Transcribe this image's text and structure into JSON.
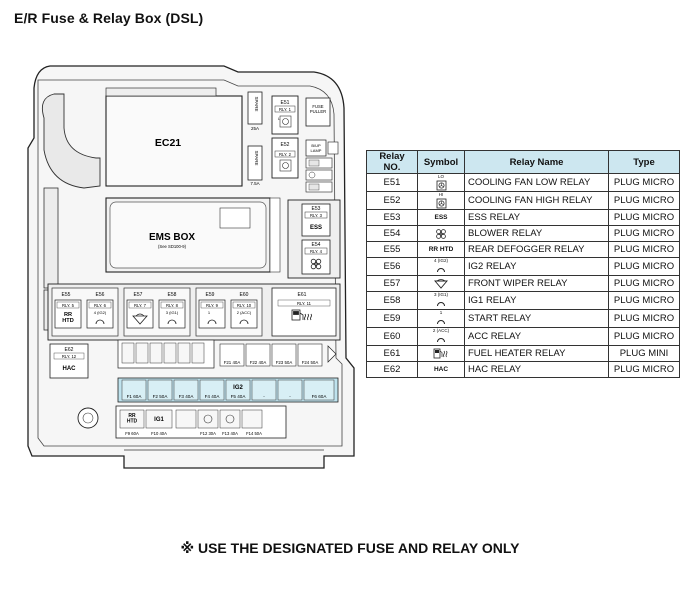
{
  "title": "E/R Fuse & Relay Box (DSL)",
  "footer_note": "※ USE THE DESIGNATED FUSE AND RELAY ONLY",
  "diagram": {
    "ec21": "EC21",
    "spare_25a": "SPARE",
    "spare_25a_value": "25A",
    "spare_7_5a": "SPARE",
    "spare_7_5a_value": "7.5A",
    "fuse_puller": "FUSE PULLER",
    "e51": "E51",
    "e51_relay": "RLY. 1",
    "e51_lo": "LO",
    "e52": "E52",
    "e52_relay": "RLY. 2",
    "b_up_lamp": "B/UP LAMP",
    "ems_box": "EMS BOX",
    "ems_box_sub": "(See SD100-9)",
    "e53": "E53",
    "e53_relay": "RLY. 3",
    "e53_label": "ESS",
    "e54": "E54",
    "e54_relay": "RLY. 4",
    "e55": "E55",
    "e55_relay": "RLY. 5",
    "e55_label": "RR HTD",
    "e56": "E56",
    "e56_relay": "RLY. 6",
    "e56_ig": "4 (IG2)",
    "e57": "E57",
    "e57_relay": "RLY. 7",
    "e58": "E58",
    "e58_relay": "RLY. 8",
    "e58_ig": "3 (IG1)",
    "e59": "E59",
    "e59_relay": "RLY. 9",
    "e59_ig": "1",
    "e60": "E60",
    "e60_relay": "RLY. 10",
    "e60_ig": "2 (ACC)",
    "e61": "E61",
    "e61_relay": "RLY. 11",
    "e62": "E62",
    "e62_relay": "RLY. 12",
    "e62_label": "HAC",
    "fuses_mid": [
      "F21 40A",
      "F22 40A",
      "F23 50A",
      "F24 50A"
    ],
    "ig2": "IG2",
    "fuses_row": [
      "F1 60A",
      "F2 50A",
      "F3 40A",
      "F4 40A",
      "F5 40A",
      "-",
      "-",
      "F6 60A"
    ],
    "rr_htd": "RR HTD",
    "ig1": "IG1",
    "fuses_bottom": [
      "F9 60A",
      "F10 40A",
      "F12 30A",
      "F13 40A",
      "F14 50A"
    ]
  },
  "table": {
    "headers": [
      "Relay NO.",
      "Symbol",
      "Relay Name",
      "Type"
    ],
    "rows": [
      {
        "no": "E51",
        "symbol": "fan-lo-icon",
        "name": "COOLING FAN LOW RELAY",
        "type": "PLUG MICRO",
        "sym_text": "LO"
      },
      {
        "no": "E52",
        "symbol": "fan-hi-icon",
        "name": "COOLING FAN HIGH RELAY",
        "type": "PLUG MICRO",
        "sym_text": "HI"
      },
      {
        "no": "E53",
        "symbol": "ess-text",
        "name": "ESS RELAY",
        "type": "PLUG MICRO",
        "sym_text": "ESS"
      },
      {
        "no": "E54",
        "symbol": "blower-icon",
        "name": "BLOWER RELAY",
        "type": "PLUG MICRO",
        "sym_text": ""
      },
      {
        "no": "E55",
        "symbol": "rr-htd-text",
        "name": "REAR DEFOGGER RELAY",
        "type": "PLUG MICRO",
        "sym_text": "RR HTD"
      },
      {
        "no": "E56",
        "symbol": "ignition-icon",
        "name": "IG2 RELAY",
        "type": "PLUG MICRO",
        "sym_text": "4 (IG2)"
      },
      {
        "no": "E57",
        "symbol": "wiper-icon",
        "name": "FRONT WIPER RELAY",
        "type": "PLUG MICRO",
        "sym_text": ""
      },
      {
        "no": "E58",
        "symbol": "ignition-icon",
        "name": "IG1 RELAY",
        "type": "PLUG MICRO",
        "sym_text": "3 (IG1)"
      },
      {
        "no": "E59",
        "symbol": "ignition-icon",
        "name": "START RELAY",
        "type": "PLUG MICRO",
        "sym_text": "1"
      },
      {
        "no": "E60",
        "symbol": "ignition-icon",
        "name": "ACC RELAY",
        "type": "PLUG MICRO",
        "sym_text": "2 (ACC)"
      },
      {
        "no": "E61",
        "symbol": "fuel-heater-icon",
        "name": "FUEL HEATER RELAY",
        "type": "PLUG MINI",
        "sym_text": ""
      },
      {
        "no": "E62",
        "symbol": "hac-text",
        "name": "HAC RELAY",
        "type": "PLUG MICRO",
        "sym_text": "HAC"
      }
    ]
  },
  "colors": {
    "header_bg": "#cde7f0",
    "fuse_strip": "#bfe3ee",
    "box_fill": "#f2f2f2",
    "outline": "#222222"
  }
}
